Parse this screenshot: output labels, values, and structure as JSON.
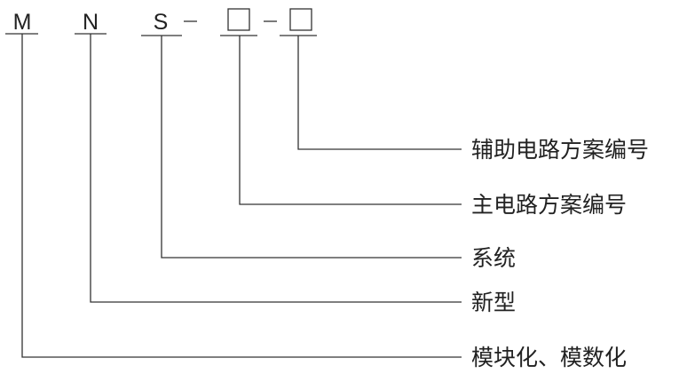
{
  "code_parts": {
    "p1": "M",
    "p2": "N",
    "p3": "S",
    "sep1": "–",
    "sep2": "–"
  },
  "labels": {
    "aux_circuit": "辅助电路方案编号",
    "main_circuit": "主电路方案编号",
    "system": "系统",
    "new_type": "新型",
    "modular": "模块化、模数化"
  }
}
